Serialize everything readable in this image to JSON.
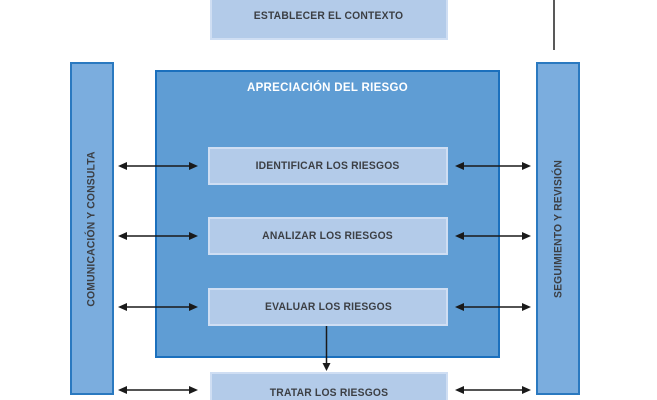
{
  "diagram": {
    "top_box": {
      "label": "ESTABLECER EL CONTEXTO"
    },
    "left_bar": {
      "label": "COMUNICACIÓN Y CONSULTA"
    },
    "right_bar": {
      "label": "SEGUIMIENTO Y REVISIÓN"
    },
    "assessment": {
      "title": "APRECIACIÓN DEL RIESGO",
      "steps": [
        {
          "label": "IDENTIFICAR LOS RIESGOS"
        },
        {
          "label": "ANALIZAR LOS RIESGOS"
        },
        {
          "label": "EVALUAR LOS RIESGOS"
        }
      ]
    },
    "bottom_box": {
      "label": "TRATAR LOS RIESGOS"
    },
    "colors": {
      "light_box_fill": "#b3cbe9",
      "light_box_border": "#cfdef3",
      "assessment_fill": "#5f9dd4",
      "assessment_border": "#1b70bd",
      "bar_fill": "#7badde",
      "bar_border": "#2a79c0",
      "arrow": "#1a1a1a",
      "connector_line": "#595959",
      "title_text": "#ffffff",
      "label_text": "#3c3f44"
    }
  }
}
